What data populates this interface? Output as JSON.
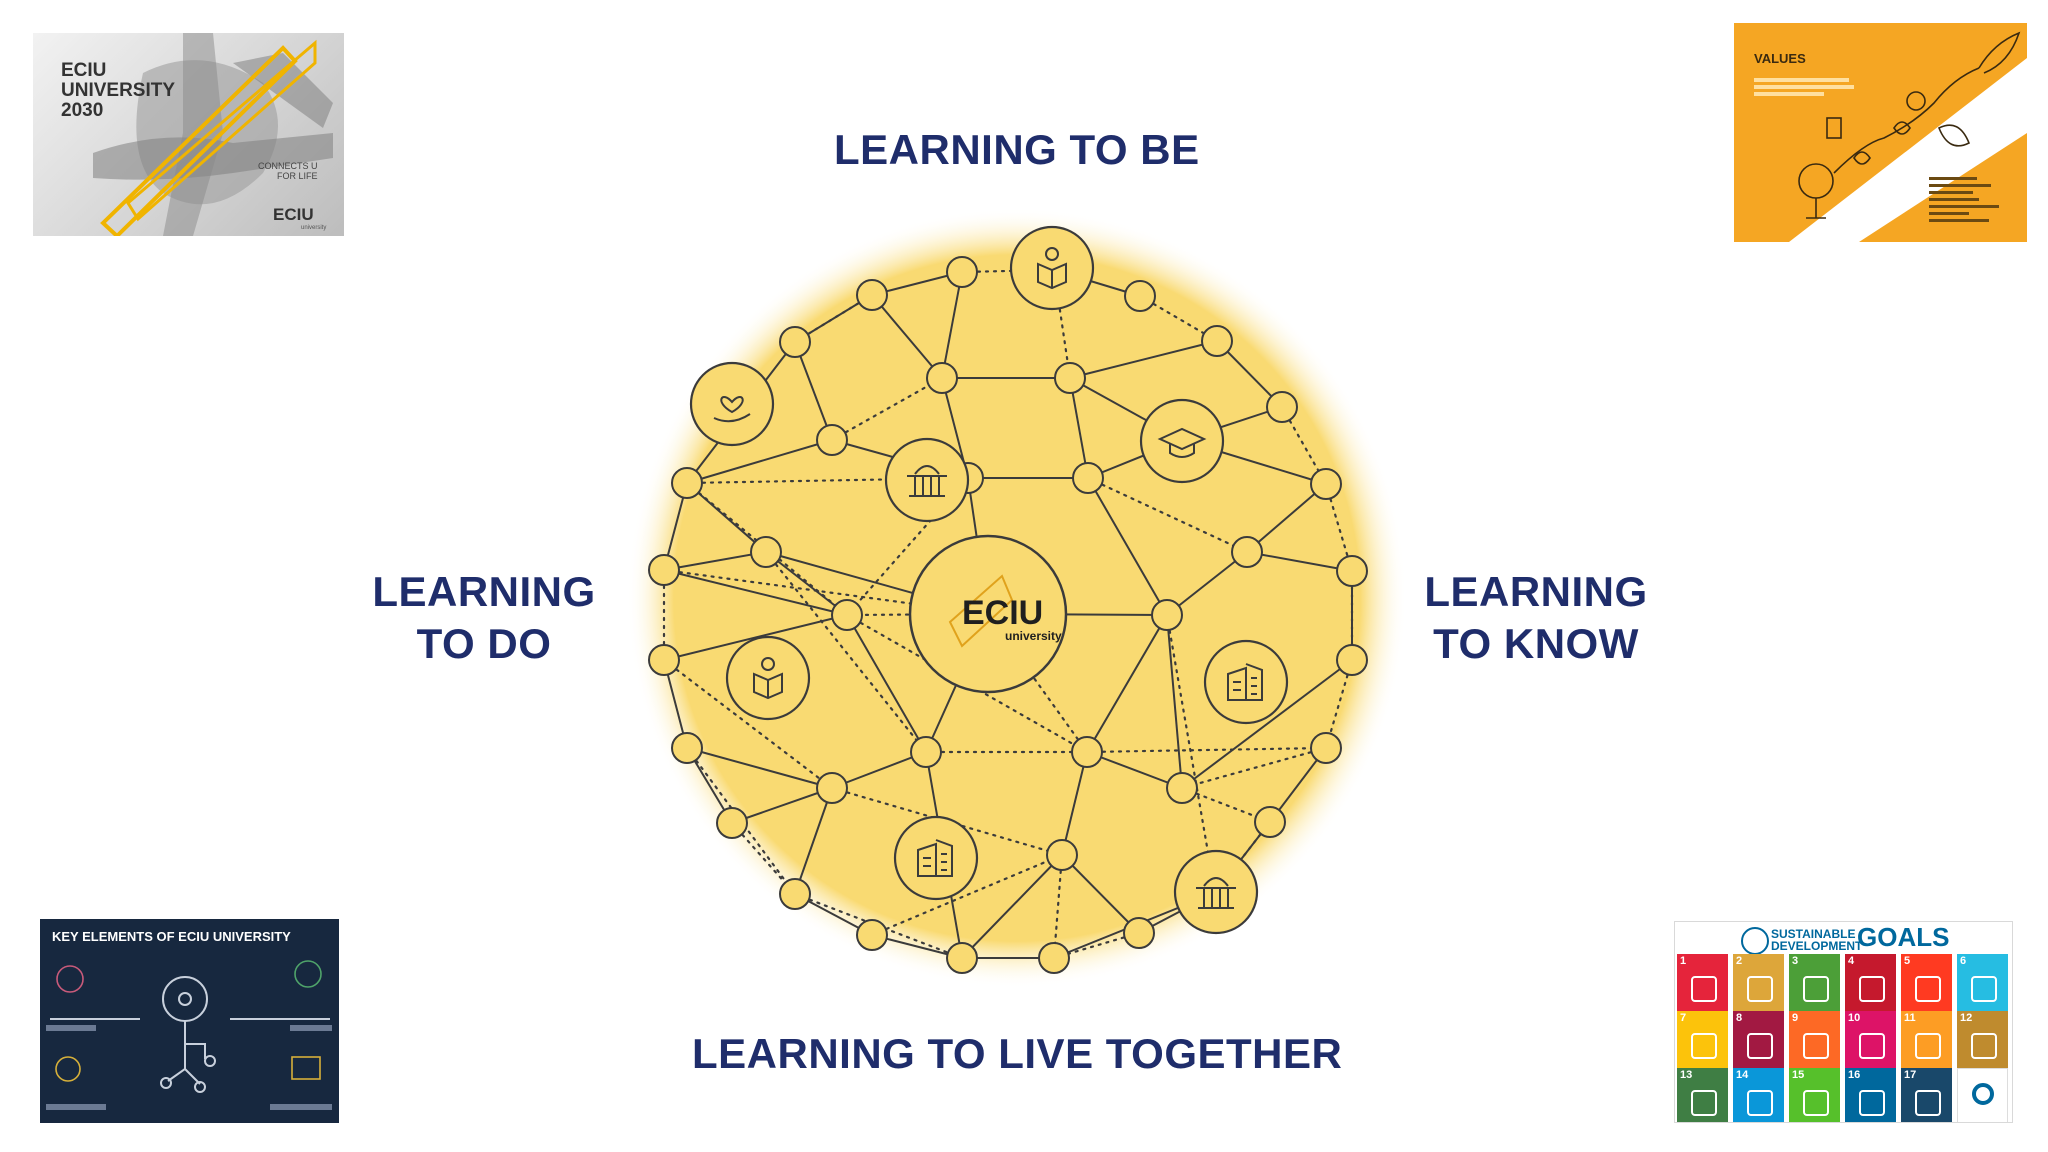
{
  "headings": {
    "top": "LEARNING TO BE",
    "left_line1": "LEARNING",
    "left_line2": "TO DO",
    "right_line1": "LEARNING",
    "right_line2": "TO KNOW",
    "bottom": "LEARNING TO LIVE TOGETHER"
  },
  "center_logo": {
    "name": "ECIU",
    "sub": "university"
  },
  "thumbnails": {
    "top_left": {
      "line1": "ECIU",
      "line2": "UNIVERSITY",
      "line3": "2030",
      "tagline1": "CONNECTS U",
      "tagline2": "FOR LIFE",
      "logo": "ECIU",
      "logo_sub": "university"
    },
    "top_right": {
      "title": "VALUES"
    },
    "bottom_left": {
      "title": "KEY ELEMENTS OF ECIU UNIVERSITY"
    },
    "bottom_right": {
      "head1": "SUSTAINABLE",
      "head2": "DEVELOPMENT",
      "goals": "GOALS"
    }
  },
  "sdg_colors": [
    "#e5243b",
    "#dda63a",
    "#4c9f38",
    "#c5192d",
    "#ff3a21",
    "#26bde2",
    "#fcc30b",
    "#a21942",
    "#fd6925",
    "#dd1367",
    "#fd9d24",
    "#bf8b2e",
    "#3f7e44",
    "#0a97d9",
    "#56c02b",
    "#00689d",
    "#19486a",
    "#ffffff"
  ],
  "colors": {
    "heading": "#1f2d6b",
    "glow": "#f7d45a",
    "line": "#3b3b3b"
  }
}
